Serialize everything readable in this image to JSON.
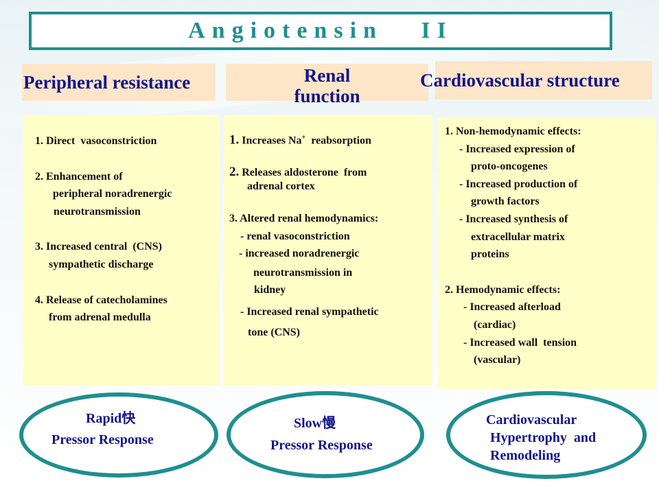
{
  "title": "Angiotensin   II",
  "columns": [
    {
      "header": "Peripheral resistance",
      "items": [
        {
          "num": "1.",
          "lines": [
            "Direct  vasoconstriction"
          ]
        },
        {
          "num": "2.",
          "lines": [
            "Enhancement of",
            "peripheral noradrenergic",
            "neurotransmission"
          ]
        },
        {
          "num": "3.",
          "lines": [
            "Increased central  (CNS)",
            "sympathetic discharge"
          ]
        },
        {
          "num": "4.",
          "lines": [
            "Release of catecholamines",
            "from adrenal medulla"
          ]
        }
      ],
      "result": [
        "Rapid快",
        "Pressor Response"
      ]
    },
    {
      "header_lines": [
        "Renal",
        "function"
      ],
      "items": [
        {
          "num": "1.",
          "lines": [
            "Increases Na",
            "+",
            "reabsorption"
          ]
        },
        {
          "num": "2.",
          "lines": [
            "Releases aldosterone  from",
            "adrenal cortex"
          ]
        },
        {
          "num": "3.",
          "lines": [
            "Altered renal hemodynamics:",
            "- renal vasoconstriction",
            "- increased noradrenergic",
            "neurotransmission in",
            "kidney",
            "- Increased renal sympathetic",
            "tone (CNS)"
          ]
        }
      ],
      "result": [
        "Slow慢",
        "Pressor Response"
      ]
    },
    {
      "header": "Cardiovascular structure",
      "items": [
        {
          "num": "1.",
          "lines": [
            "Non-hemodynamic effects:",
            "- Increased expression of",
            "proto-oncogenes",
            "- Increased production of",
            "growth factors",
            "- Increased synthesis of",
            "extracellular matrix",
            "proteins"
          ]
        },
        {
          "num": "2.",
          "lines": [
            "Hemodynamic effects:",
            "- Increased afterload",
            "(cardiac)",
            "- Increased wall  tension",
            "(vascular)"
          ]
        }
      ],
      "result": [
        "Cardiovascular",
        "Hypertrophy  and",
        "Remodeling"
      ]
    }
  ],
  "colors": {
    "teal": "#1f8f8f",
    "navy": "#14148c",
    "header_bg": "#fde6c8",
    "panel_bg": "#ffffc8"
  }
}
